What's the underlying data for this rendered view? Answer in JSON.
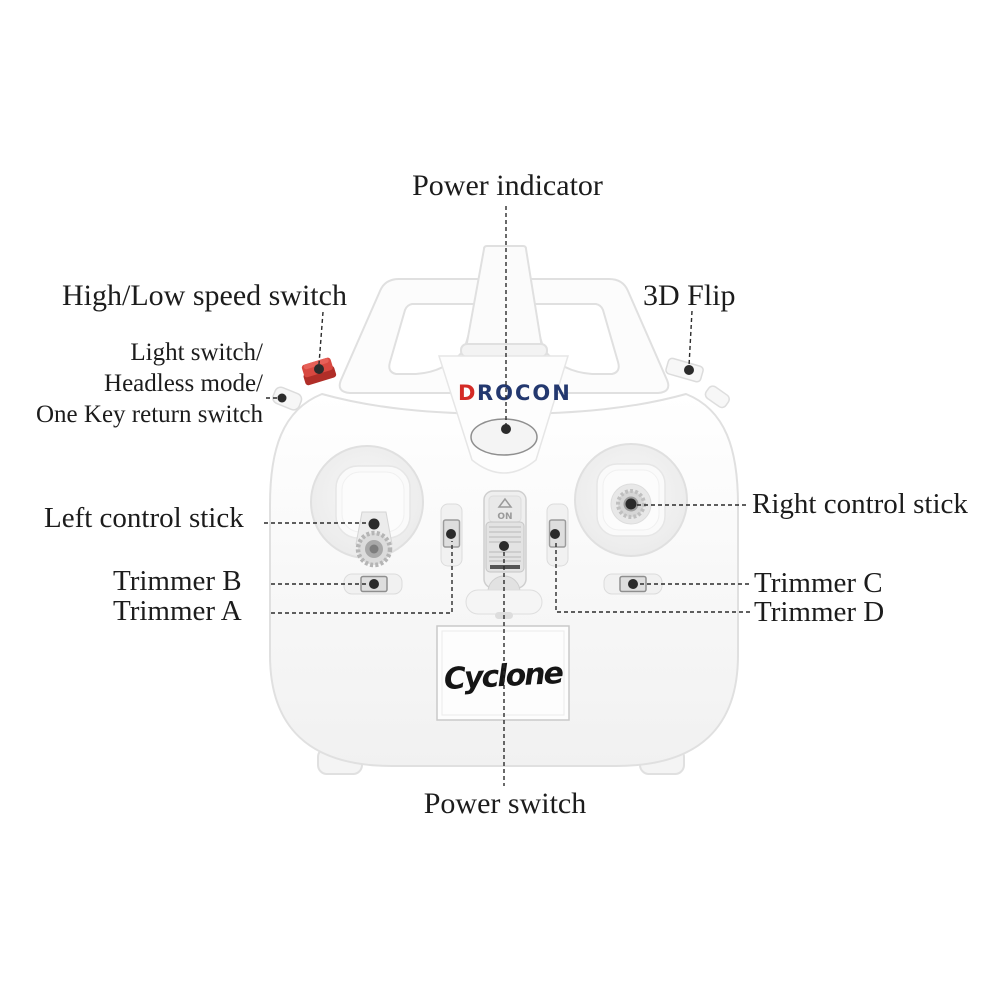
{
  "device": {
    "brand_logo": {
      "first_letter": "D",
      "rest": "ROCON"
    },
    "model_logo": "Cyclone",
    "power_switch_marking": "ON"
  },
  "callouts": {
    "power_indicator": "Power indicator",
    "high_low_speed_switch": "High/Low speed switch",
    "flip_3d": "3D Flip",
    "light_switch_line1": "Light switch/",
    "light_switch_line2": "Headless mode/",
    "light_switch_line3": "One Key return switch",
    "left_control_stick": "Left control stick",
    "right_control_stick": "Right control stick",
    "trimmer_b": "Trimmer B",
    "trimmer_a": "Trimmer A",
    "trimmer_c": "Trimmer C",
    "trimmer_d": "Trimmer D",
    "power_switch": "Power switch"
  },
  "colors": {
    "background": "#ffffff",
    "label_text": "#1c1c1c",
    "leader_line": "#2b2b2b",
    "brand_red": "#d42b26",
    "brand_navy": "#23386f",
    "switch_red": "#d84840",
    "logo_black": "#151515"
  }
}
